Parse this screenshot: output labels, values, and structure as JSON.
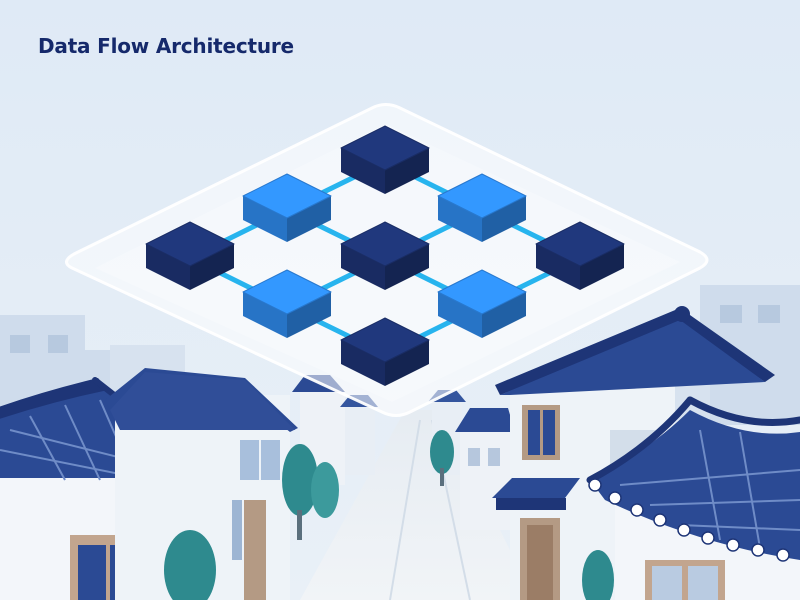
{
  "title": "Data Flow Architecture",
  "colors": {
    "sky": "#dce9f5",
    "navy_node": "#1e3577",
    "blue_node": "#2f8df2",
    "connector": "#27b4ee",
    "roof": "#2b4a94",
    "wall": "#f3f6fa",
    "tree": "#2e8a8e",
    "title": "#15296b"
  },
  "diagram": {
    "nodes": [
      {
        "id": "n1",
        "kind": "dark"
      },
      {
        "id": "n2",
        "kind": "light"
      },
      {
        "id": "n3",
        "kind": "light"
      },
      {
        "id": "n4",
        "kind": "dark"
      },
      {
        "id": "n5",
        "kind": "dark"
      },
      {
        "id": "n6",
        "kind": "dark"
      },
      {
        "id": "n7",
        "kind": "light"
      },
      {
        "id": "n8",
        "kind": "light"
      },
      {
        "id": "n9",
        "kind": "dark"
      }
    ],
    "edges": [
      [
        "n1",
        "n2"
      ],
      [
        "n1",
        "n3"
      ],
      [
        "n2",
        "n4"
      ],
      [
        "n2",
        "n5"
      ],
      [
        "n3",
        "n5"
      ],
      [
        "n3",
        "n6"
      ],
      [
        "n4",
        "n7"
      ],
      [
        "n5",
        "n7"
      ],
      [
        "n5",
        "n8"
      ],
      [
        "n6",
        "n8"
      ],
      [
        "n7",
        "n9"
      ],
      [
        "n8",
        "n9"
      ]
    ]
  }
}
